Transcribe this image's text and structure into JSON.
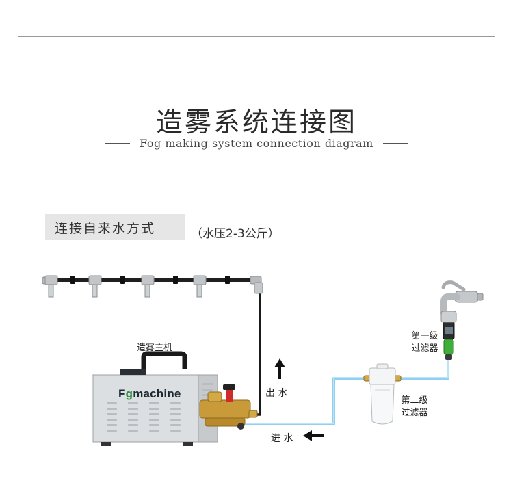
{
  "header": {
    "title": "造雾系统连接图",
    "subtitle": "Fog making system connection diagram"
  },
  "method": {
    "label": "连接自来水方式",
    "pressure_note": "（水压2-3公斤）"
  },
  "labels": {
    "host": "造雾主机",
    "water_out": "出 水",
    "water_in": "进 水",
    "filter_1_line1": "第一级",
    "filter_1_line2": "过滤器",
    "filter_2_line1": "第二级",
    "filter_2_line2": "过滤器"
  },
  "brand": {
    "prefix": "F",
    "accent": "g",
    "suffix": "machine"
  },
  "colors": {
    "pipe_blue": "#8fd0f3",
    "hose_black": "#1a1a1a",
    "fitting_brass": "#c89a3a",
    "machine_steel": "#d8dadc",
    "connector_green": "#3fae3b",
    "label_box": "#e6e6e6"
  },
  "icons": [
    "arrow-up-icon",
    "arrow-left-icon",
    "faucet-icon",
    "water-filter-icon",
    "mist-nozzle-icon",
    "pump-icon"
  ]
}
